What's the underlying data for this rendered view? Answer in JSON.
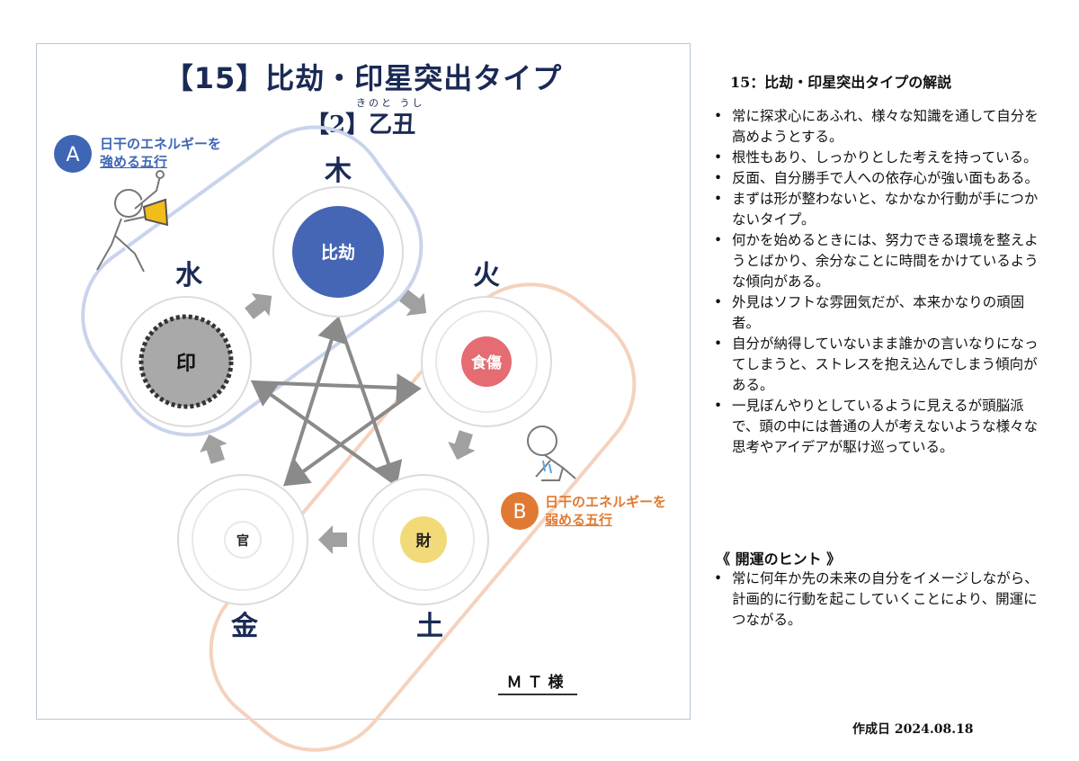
{
  "header": {
    "title": "【15】比劫・印星突出タイプ",
    "subtitle": "【2】乙丑",
    "subtitle_ruby": "きのと うし"
  },
  "elements": {
    "wood": {
      "label": "木",
      "star": "比劫"
    },
    "fire": {
      "label": "火",
      "star": "食傷"
    },
    "earth": {
      "label": "土",
      "star": "財"
    },
    "metal": {
      "label": "金",
      "star": "官"
    },
    "water": {
      "label": "水",
      "star": "印"
    }
  },
  "badges": {
    "a": {
      "letter": "A",
      "line1": "日干のエネルギーを",
      "line2": "強める五行"
    },
    "b": {
      "letter": "B",
      "line1": "日干のエネルギーを",
      "line2": "弱める五行"
    }
  },
  "client_name": "ＭＴ様",
  "colors": {
    "navy": "#1a2a55",
    "wood_fill": "#4566b5",
    "fire_fill": "#e46c72",
    "earth_fill": "#f3da78",
    "water_fill": "#a9a9a9",
    "badge_a": "#3f66b5",
    "badge_b": "#e07a32"
  },
  "sidebar": {
    "title": "15：比劫・印星突出タイプの解説",
    "points": [
      "常に探求心にあふれ、様々な知識を通して自分を高めようとする。",
      "根性もあり、しっかりとした考えを持っている。",
      "反面、自分勝手で人への依存心が強い面もある。",
      "まずは形が整わないと、なかなか行動が手につかないタイプ。",
      "何かを始めるときには、努力できる環境を整えようとばかり、余分なことに時間をかけているような傾向がある。",
      "外見はソフトな雰囲気だが、本来かなりの頑固者。",
      "自分が納得していないまま誰かの言いなりになってしまうと、ストレスを抱え込んでしまう傾向がある。",
      "一見ぼんやりとしているように見えるが頭脳派で、頭の中には普通の人が考えないような様々な思考やアイデアが駆け巡っている。"
    ],
    "hint_title": "《 開運のヒント 》",
    "hints": [
      "常に何年か先の未来の自分をイメージしながら、計画的に行動を起こしていくことにより、開運につながる。"
    ]
  },
  "created": "作成日 2024.08.18"
}
